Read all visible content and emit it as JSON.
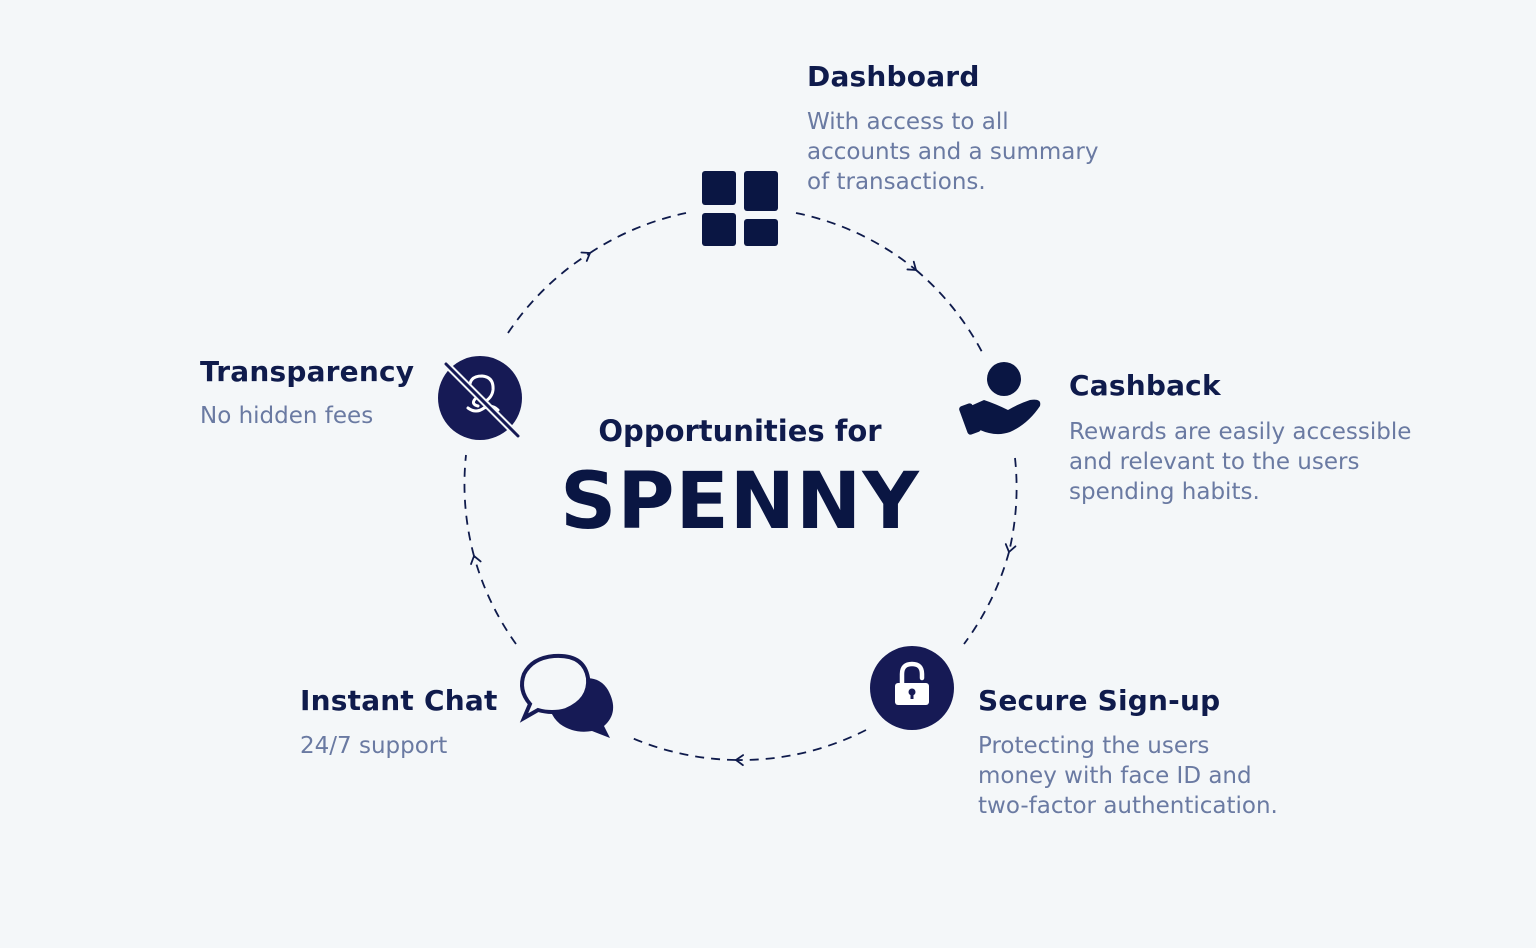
{
  "center": {
    "subtitle": "Opportunities for",
    "title": "SPENNY"
  },
  "colors": {
    "background": "#f4f7f9",
    "navy": "#0f1b4c",
    "muted_text": "#6a7aa2"
  },
  "features": [
    {
      "title": "Dashboard",
      "description": [
        "With access to all",
        "accounts and a summary",
        "of transactions."
      ],
      "icon": "dashboard-grid-icon"
    },
    {
      "title": "Cashback",
      "description": [
        "Rewards are easily accessible",
        "and relevant to the users",
        "spending habits."
      ],
      "icon": "hand-with-coin-icon"
    },
    {
      "title": "Secure Sign-up",
      "description": [
        "Protecting the users",
        "money with face ID and",
        "two-factor authentication."
      ],
      "icon": "padlock-icon"
    },
    {
      "title": "Instant Chat",
      "description": [
        "24/7 support"
      ],
      "icon": "chat-bubbles-icon"
    },
    {
      "title": "Transparency",
      "description": [
        "No hidden fees"
      ],
      "icon": "no-hidden-fees-icon"
    }
  ]
}
